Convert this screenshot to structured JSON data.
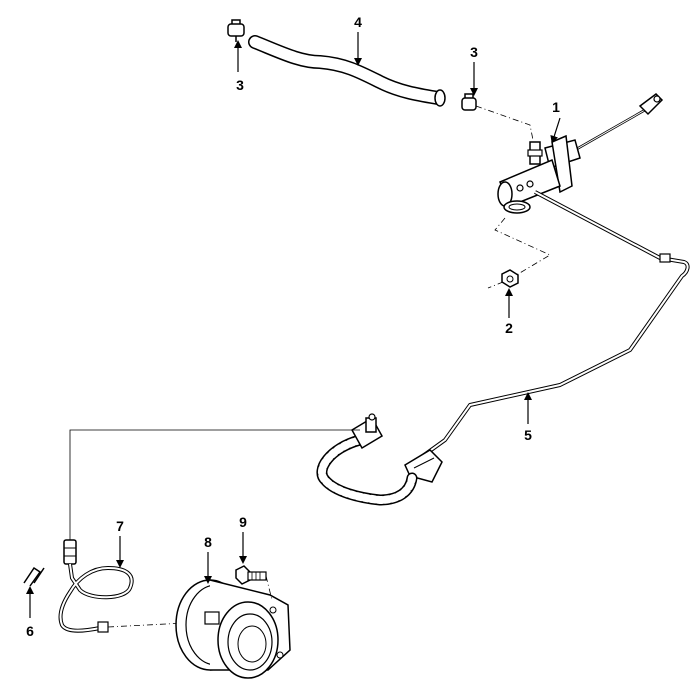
{
  "diagram": {
    "callouts": {
      "c1": "1",
      "c2": "2",
      "c3a": "3",
      "c3b": "3",
      "c4": "4",
      "c5": "5",
      "c6": "6",
      "c7": "7",
      "c8": "8",
      "c9": "9"
    },
    "colors": {
      "line": "#000000",
      "background": "#ffffff",
      "hose_fill": "#ffffff"
    }
  }
}
